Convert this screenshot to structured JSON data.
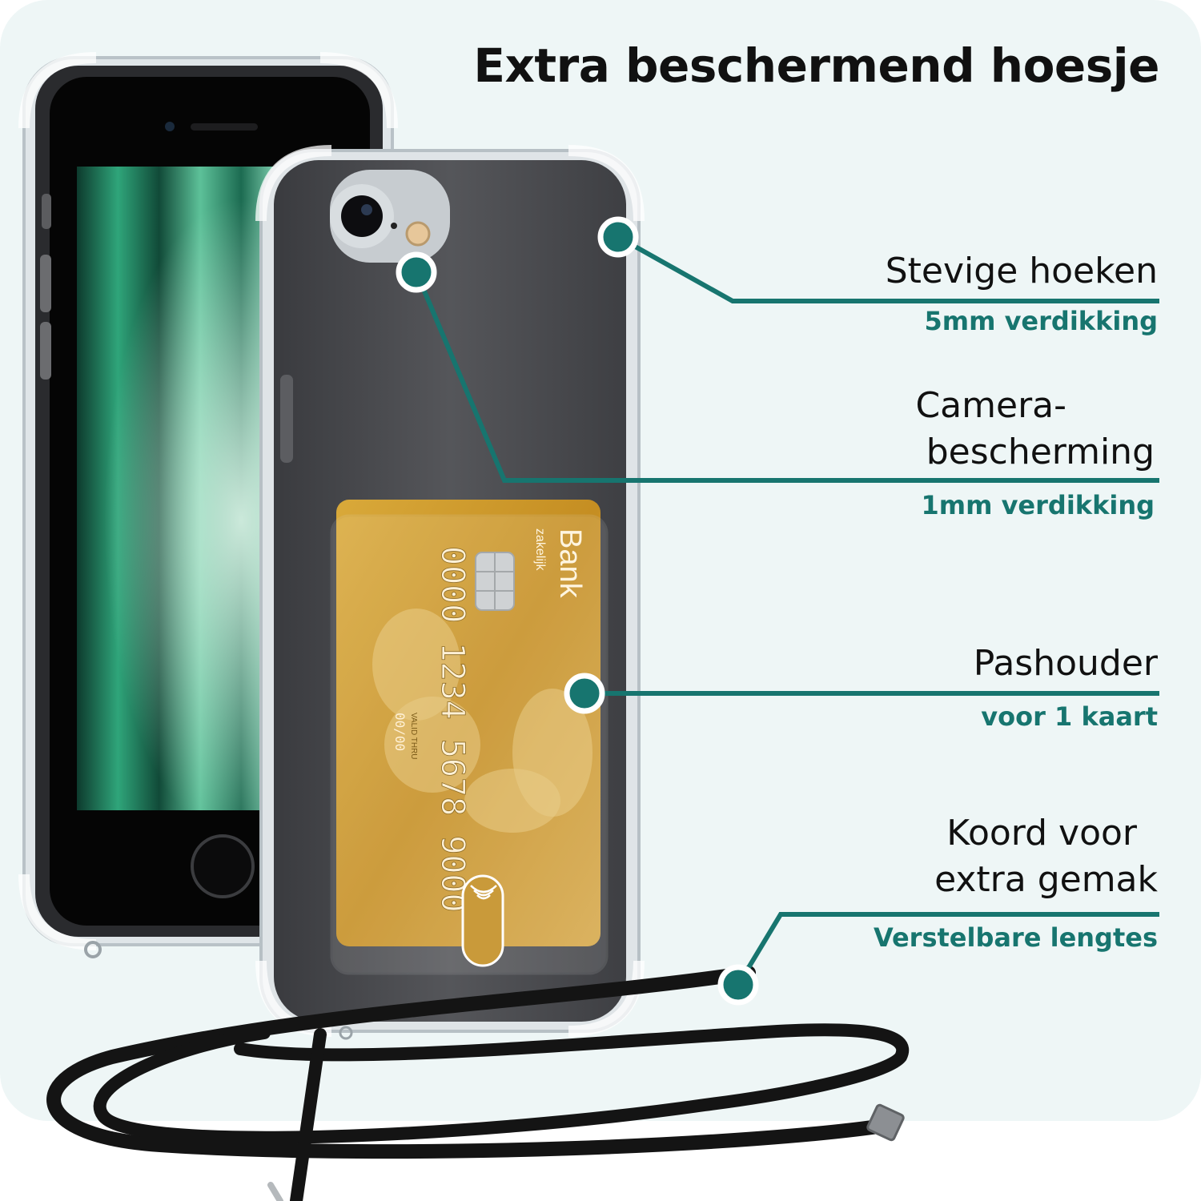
{
  "title": "Extra beschermend hoesje",
  "accent_color": "#17756f",
  "features": [
    {
      "label": "Stevige hoeken",
      "sub": "5mm verdikking"
    },
    {
      "label_lines": [
        "Camera-",
        "bescherming"
      ],
      "sub": "1mm verdikking"
    },
    {
      "label": "Pashouder",
      "sub": "voor 1 kaart"
    },
    {
      "label_lines": [
        "Koord voor",
        "extra gemak"
      ],
      "sub": "Verstelbare lengtes"
    }
  ],
  "card": {
    "bank": "Bank",
    "bank_type": "zakelijk",
    "number": "0000 1234 5678 9000",
    "valid_label": "VALID THRU",
    "valid_date": "00/00"
  }
}
